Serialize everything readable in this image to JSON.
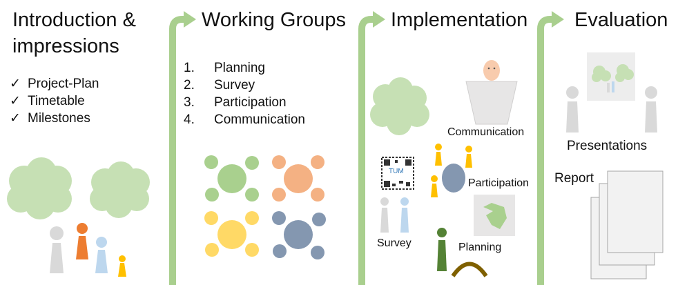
{
  "stages": [
    {
      "title_line1": "Introduction &",
      "title_line2": "impressions",
      "checklist": [
        "Project-Plan",
        "Timetable",
        "Milestones"
      ]
    },
    {
      "title": "Working Groups",
      "groups": [
        {
          "num": "1.",
          "label": "Planning"
        },
        {
          "num": "2.",
          "label": "Survey"
        },
        {
          "num": "3.",
          "label": "Participation"
        },
        {
          "num": "4.",
          "label": "Communication"
        }
      ]
    },
    {
      "title": "Implementation",
      "labels": {
        "communication": "Communication",
        "participation": "Participation",
        "survey": "Survey",
        "planning": "Planning",
        "qr_text": "TUM"
      }
    },
    {
      "title": "Evaluation",
      "labels": {
        "presentations": "Presentations",
        "report": "Report"
      }
    }
  ],
  "check_glyph": "✓",
  "colors": {
    "arrow": "#a9cf8e",
    "tree": "#c6e0b4",
    "figure_gray": "#d9d9d9",
    "orange": "#ed7d31",
    "light_blue": "#bdd7ee",
    "yellow": "#ffc000",
    "green_bubble": "#a9d08e",
    "orange_bubble": "#f4b183",
    "yellow_bubble": "#ffd966",
    "blue_bubble": "#8497b0",
    "dark_green": "#548235",
    "brown": "#7f6000",
    "skin": "#f8cbad"
  }
}
